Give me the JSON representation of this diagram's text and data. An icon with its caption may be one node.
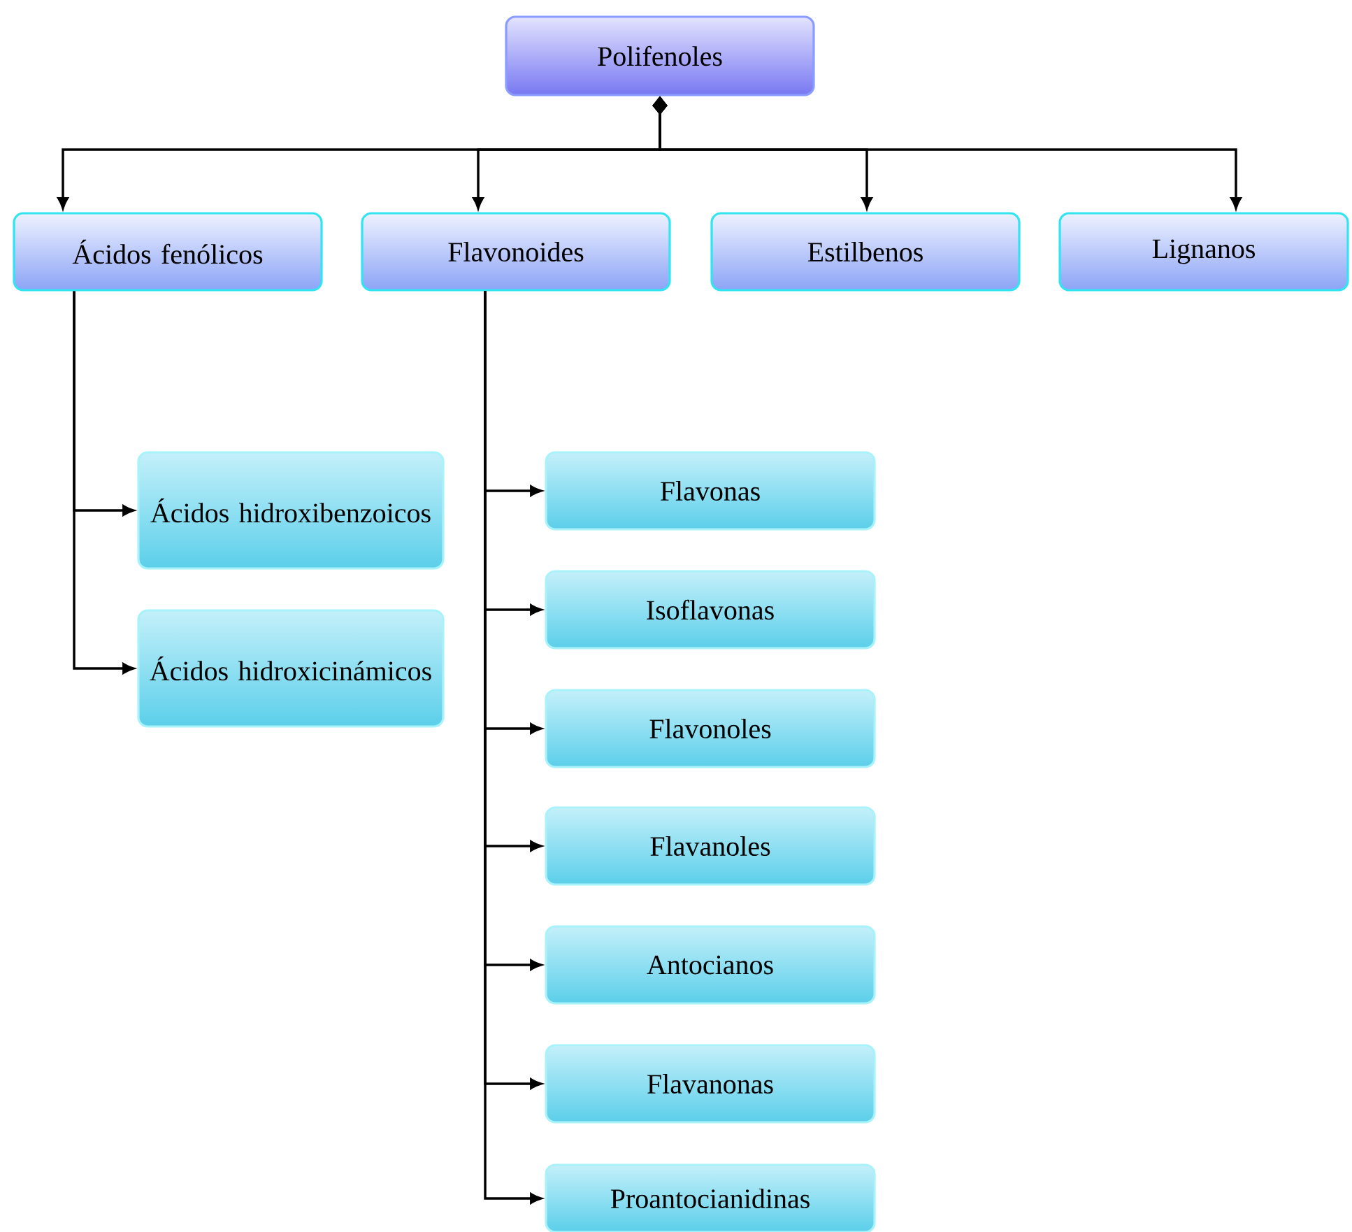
{
  "diagram": {
    "nodes": [
      {
        "text": [
          "Polifenoles"
        ]
      },
      {
        "text": [
          "Ácidos fenólicos"
        ]
      },
      {
        "text": [
          "Flavonoides"
        ]
      },
      {
        "text": [
          "Estilbenos"
        ]
      },
      {
        "text": [
          "Lignanos"
        ]
      },
      {
        "text": [
          "Ácidos hidroxibenzoicos"
        ]
      },
      {
        "text": [
          "Ácidos hidroxicinámicos"
        ]
      },
      {
        "text": [
          "Flavonas"
        ]
      },
      {
        "text": [
          "Isoflavonas"
        ]
      },
      {
        "text": [
          "Flavonoles"
        ]
      },
      {
        "text": [
          "Flavanoles"
        ]
      },
      {
        "text": [
          "Antocianos"
        ]
      },
      {
        "text": [
          "Flavanonas"
        ]
      },
      {
        "text": [
          "Proantocianidinas"
        ]
      }
    ],
    "edges": [
      {
        "from": 0,
        "to": 1,
        "arrow": "to"
      },
      {
        "from": 0,
        "to": 2,
        "arrow": "to"
      },
      {
        "from": 0,
        "to": 3,
        "arrow": "to"
      },
      {
        "from": 0,
        "to": 4,
        "arrow": "to"
      },
      {
        "from": 1,
        "to": 5,
        "arrow": "to"
      },
      {
        "from": 1,
        "to": 6,
        "arrow": "to"
      },
      {
        "from": 2,
        "to": 7,
        "arrow": "to"
      },
      {
        "from": 2,
        "to": 8,
        "arrow": "to"
      },
      {
        "from": 2,
        "to": 9,
        "arrow": "to"
      },
      {
        "from": 2,
        "to": 10,
        "arrow": "to"
      },
      {
        "from": 2,
        "to": 11,
        "arrow": "to"
      },
      {
        "from": 2,
        "to": 12,
        "arrow": "to"
      },
      {
        "from": 2,
        "to": 13,
        "arrow": "to"
      }
    ]
  }
}
